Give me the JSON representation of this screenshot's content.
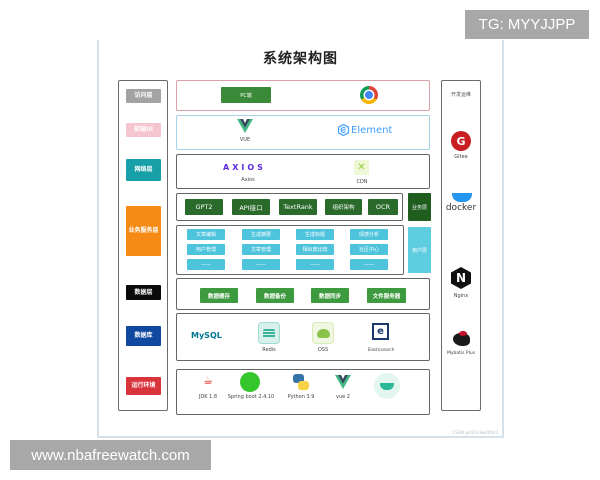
{
  "diagram": {
    "title": "系统架构图",
    "left_layers": [
      {
        "label": "访问层",
        "color": "#a3a3a3"
      },
      {
        "label": "前端UI",
        "color": "#f5c6cf"
      },
      {
        "label": "网络层",
        "color": "#17a0a8"
      },
      {
        "label": "业务服务层",
        "color": "#f58a14"
      },
      {
        "label": "数据层",
        "color": "#0a0a0a"
      },
      {
        "label": "数据库",
        "color": "#1048a0"
      },
      {
        "label": "运行环境",
        "color": "#d9333b"
      }
    ],
    "access_row": {
      "pc_label": "PC端",
      "browser_icon": "chrome-icon"
    },
    "frontend_row": {
      "vue_caption": "VUE",
      "element_text": "Element"
    },
    "network_row": {
      "axios_text": "AXIOS",
      "axios_caption": "Axios",
      "cdn_caption": "CDN"
    },
    "business_row": {
      "buttons": [
        "GPT2",
        "API接口",
        "TextRank",
        "组织架构",
        "OCR"
      ],
      "side_label": "业务层"
    },
    "user_row": {
      "columns": [
        [
          "文章编辑",
          "用户管理",
          "——"
        ],
        [
          "生成摘要",
          "文章管理",
          "——"
        ],
        [
          "生成标题",
          "相似度比较",
          "——"
        ],
        [
          "情感分析",
          "社区中心",
          "——"
        ]
      ],
      "side_label": "用户层"
    },
    "data_row": {
      "buttons": [
        "数据缓存",
        "数据备份",
        "数据同步",
        "文件服务器"
      ]
    },
    "db_row": {
      "items": [
        {
          "name": "MySQL",
          "caption": ""
        },
        {
          "name": "Redis",
          "caption": "Redis"
        },
        {
          "name": "OSS",
          "caption": "OSS"
        },
        {
          "name": "Elasticsearch",
          "caption": "Elasticsearch"
        }
      ]
    },
    "runtime_row": {
      "items": [
        "JDK 1.8",
        "Spring boot 2.4.10",
        "Python 3.9",
        "vue 2",
        ""
      ]
    },
    "devops": {
      "title": "开发运维",
      "items": [
        {
          "name": "Gitee",
          "caption": "Gitee"
        },
        {
          "name": "docker",
          "caption": "docker"
        },
        {
          "name": "Nginx",
          "caption": "Nginx"
        },
        {
          "name": "Mybatis Plus",
          "caption": "Mybatis Plus"
        }
      ]
    },
    "credit": "CSDN @007n9w00b03"
  },
  "watermarks": {
    "top_right": "TG: MYYJJPP",
    "bottom_left": "www.nbafreewatch.com"
  }
}
